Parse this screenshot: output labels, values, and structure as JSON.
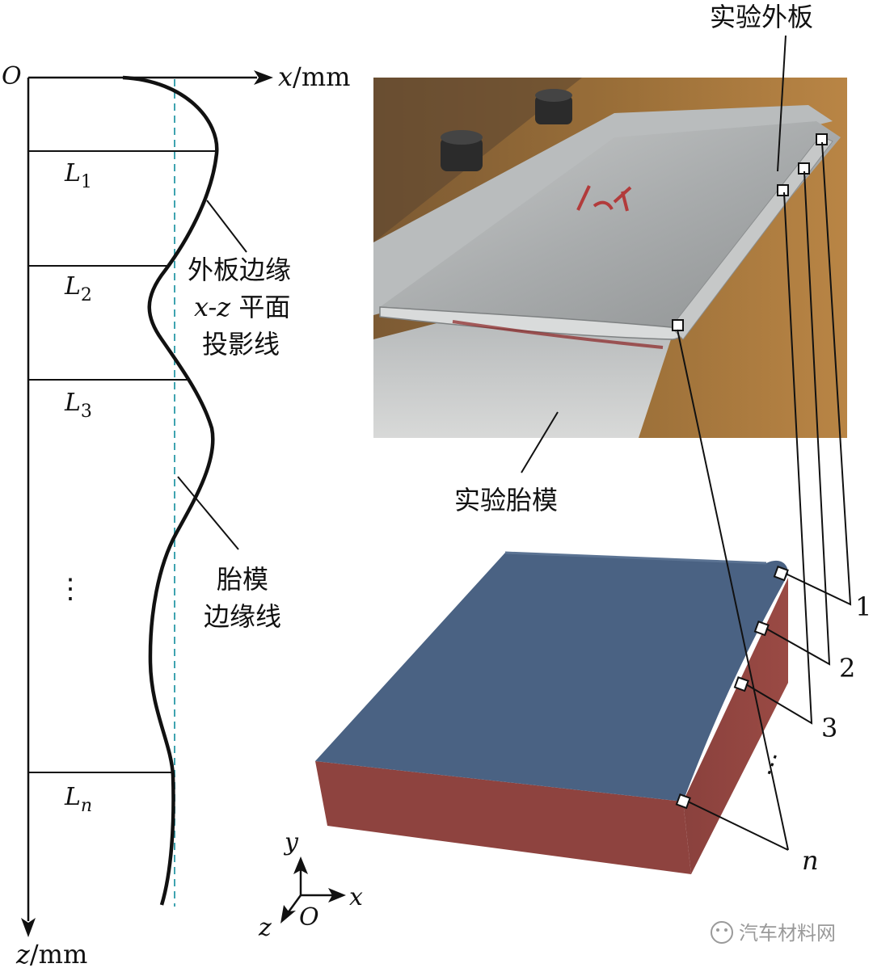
{
  "axes": {
    "origin": "O",
    "x_label": "x",
    "x_unit": "/mm",
    "z_label": "z",
    "z_unit": "/mm"
  },
  "segments": [
    {
      "label": "L",
      "sub": "1"
    },
    {
      "label": "L",
      "sub": "2"
    },
    {
      "label": "L",
      "sub": "3"
    },
    {
      "label": "L",
      "sub": "n"
    }
  ],
  "ellipsis": "⋮",
  "annotations": {
    "outer_edge_line1": "外板边缘",
    "outer_edge_line2_italic": "x-z",
    "outer_edge_line2_rest": " 平面",
    "outer_edge_line3": "投影线",
    "die_edge_line1": "胎模",
    "die_edge_line2": "边缘线",
    "photo_panel": "实验外板",
    "photo_die": "实验胎模"
  },
  "markers": {
    "m1": "1",
    "m2": "2",
    "m3": "3",
    "mn": "n"
  },
  "coord": {
    "y": "y",
    "x": "x",
    "z": "z",
    "o": "O"
  },
  "watermark": "汽车材料网",
  "colors": {
    "die_top": "#4a6283",
    "die_side": "#8f4440",
    "dashed_line": "#3fa3b0",
    "photo_bg": "#a8773e"
  }
}
